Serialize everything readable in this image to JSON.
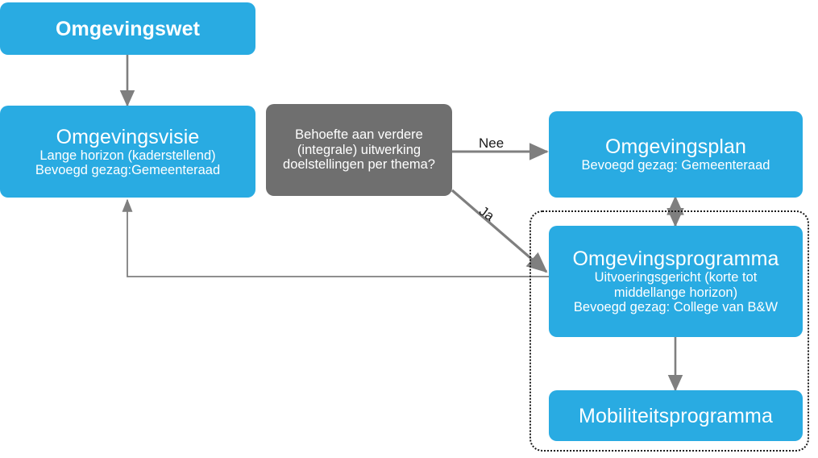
{
  "diagram": {
    "title_node": {
      "label": "Omgevingswet"
    },
    "nodes": {
      "omgevingsvisie": {
        "title": "Omgevingsvisie",
        "sub1": "Lange horizon (kaderstellend)",
        "sub2": "Bevoegd gezag:Gemeenteraad"
      },
      "decision": {
        "line1": "Behoefte aan verdere",
        "line2": "(integrale) uitwerking",
        "line3": "doelstellingen per thema?"
      },
      "omgevingsplan": {
        "title": "Omgevingsplan",
        "sub1": "Bevoegd gezag: Gemeenteraad"
      },
      "omgevingsprogramma": {
        "title": "Omgevingsprogramma",
        "sub1": "Uitvoeringsgericht (korte tot",
        "sub2": "middellange horizon)",
        "sub3": "Bevoegd gezag: College van B&W"
      },
      "mobiliteitsprogramma": {
        "title": "Mobiliteitsprogramma"
      }
    },
    "edge_labels": {
      "nee": "Nee",
      "ja": "Ja"
    },
    "colors": {
      "node_blue": "#29abe2",
      "node_gray": "#6f6f6f",
      "connector_gray": "#7f7f7f",
      "group_border": "#1a1a1a",
      "node_text": "#ffffff",
      "label_text": "#1a1a1a",
      "background": "#ffffff"
    }
  }
}
